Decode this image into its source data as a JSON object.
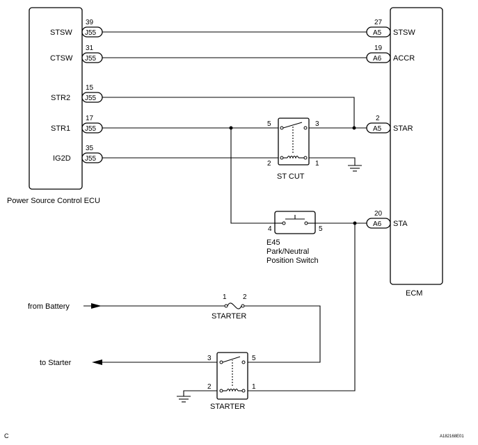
{
  "ecu": {
    "label": "Power Source Control ECU",
    "pins": [
      {
        "name": "STSW",
        "num": "39",
        "conn": "J55"
      },
      {
        "name": "CTSW",
        "num": "31",
        "conn": "J55"
      },
      {
        "name": "STR2",
        "num": "15",
        "conn": "J55"
      },
      {
        "name": "STR1",
        "num": "17",
        "conn": "J55"
      },
      {
        "name": "IG2D",
        "num": "35",
        "conn": "J55"
      }
    ]
  },
  "ecm": {
    "label": "ECM",
    "pins": [
      {
        "name": "STSW",
        "num": "27",
        "conn": "A5"
      },
      {
        "name": "ACCR",
        "num": "19",
        "conn": "A6"
      },
      {
        "name": "STAR",
        "num": "2",
        "conn": "A5"
      },
      {
        "name": "STA",
        "num": "20",
        "conn": "A6"
      }
    ]
  },
  "st_cut_relay": {
    "label": "ST CUT",
    "pin_5": "5",
    "pin_3": "3",
    "pin_2": "2",
    "pin_1": "1"
  },
  "pnp_switch": {
    "code": "E45",
    "label_line1": "Park/Neutral",
    "label_line2": "Position Switch",
    "pin_4": "4",
    "pin_5": "5"
  },
  "starter_fuse": {
    "label": "STARTER",
    "pin_1": "1",
    "pin_2": "2"
  },
  "starter_relay": {
    "label": "STARTER",
    "pin_3": "3",
    "pin_5": "5",
    "pin_2": "2",
    "pin_1": "1"
  },
  "from_battery": "from Battery",
  "to_starter": "to Starter",
  "corner_letter": "C",
  "figure_id": "A182168E01"
}
